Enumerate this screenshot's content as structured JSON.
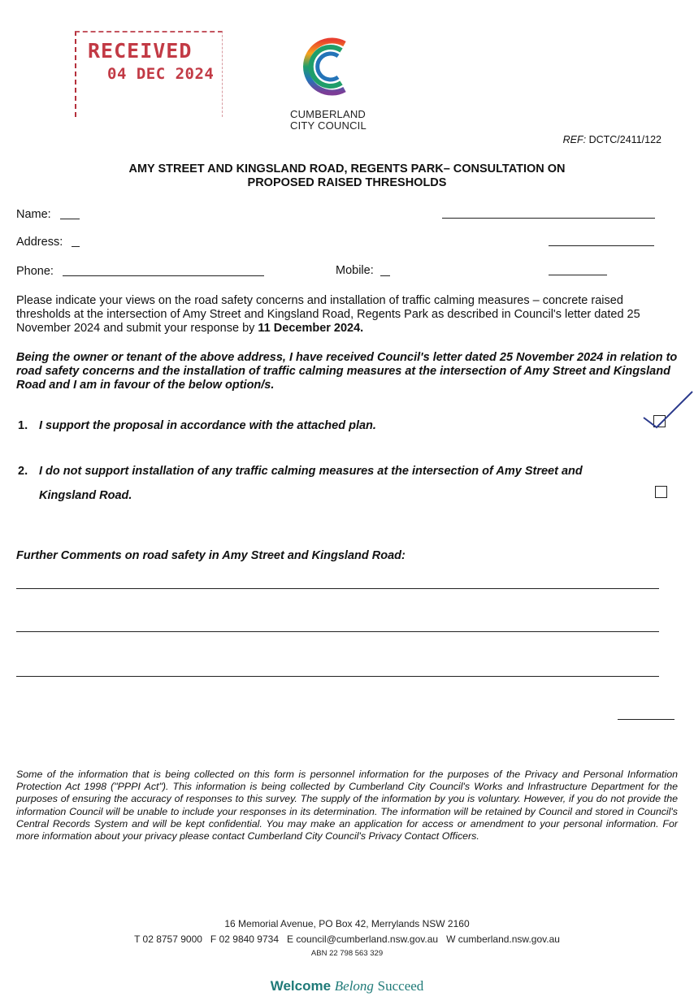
{
  "stamp": {
    "title": "RECEIVED",
    "date": "04 DEC 2024"
  },
  "logo": {
    "line1": "CUMBERLAND",
    "line2": "CITY COUNCIL",
    "colors": [
      "#e8402f",
      "#f6a31c",
      "#1f9e6a",
      "#2474b8",
      "#7c3c96"
    ]
  },
  "ref": {
    "label": "REF:",
    "value": "DCTC/2411/122"
  },
  "title": {
    "line1": "AMY STREET AND KINGSLAND ROAD, REGENTS PARK– CONSULTATION ON",
    "line2": "PROPOSED RAISED THRESHOLDS"
  },
  "fields": {
    "name": "Name:",
    "address": "Address:",
    "phone": "Phone:",
    "mobile": "Mobile:"
  },
  "intro": {
    "text": "Please indicate your views on the road safety concerns and installation of traffic calming measures – concrete raised thresholds at the intersection of Amy Street and Kingsland Road, Regents Park as described in Council's letter dated 25 November 2024 and submit your response by ",
    "deadline": "11 December 2024."
  },
  "declaration": "Being the owner or tenant of the above address, I have received Council's letter dated 25 November 2024 in relation to road safety concerns and the installation of traffic calming measures at the intersection of Amy Street and Kingsland Road and I am in favour of the below option/s.",
  "options": [
    {
      "num": "1.",
      "text": "I support the proposal in accordance with the attached plan.",
      "checked": true
    },
    {
      "num": "2.",
      "text": "I do not support installation of any traffic calming measures at the intersection of Amy Street and",
      "text2": "Kingsland Road.",
      "checked": false
    }
  ],
  "comments_label": "Further Comments on road safety in Amy Street and Kingsland Road:",
  "privacy": "Some of the information that is being collected on this form is personnel information for the purposes of the Privacy and Personal Information Protection Act 1998 (\"PPPI Act\"). This information is being collected by Cumberland City Council's Works and Infrastructure Department for the purposes of ensuring the accuracy of responses to this survey. The supply of the information by you is voluntary. However, if you do not provide the information Council will be unable to include your responses in its determination. The information will be retained by Council and stored in Council's Central Records System and will be kept confidential. You may make an application for access or amendment to your personal information. For more information about your privacy please contact Cumberland City Council's Privacy Contact Officers.",
  "footer": {
    "address": "16 Memorial Avenue, PO Box 42, Merrylands NSW 2160",
    "contacts": "T 02 8757 9000   F 02 9840 9734   E council@cumberland.nsw.gov.au   W cumberland.nsw.gov.au",
    "abn": "ABN 22 798 563 329"
  },
  "tagline": {
    "welcome": "Welcome",
    "belong": "Belong",
    "succeed": "Succeed"
  }
}
